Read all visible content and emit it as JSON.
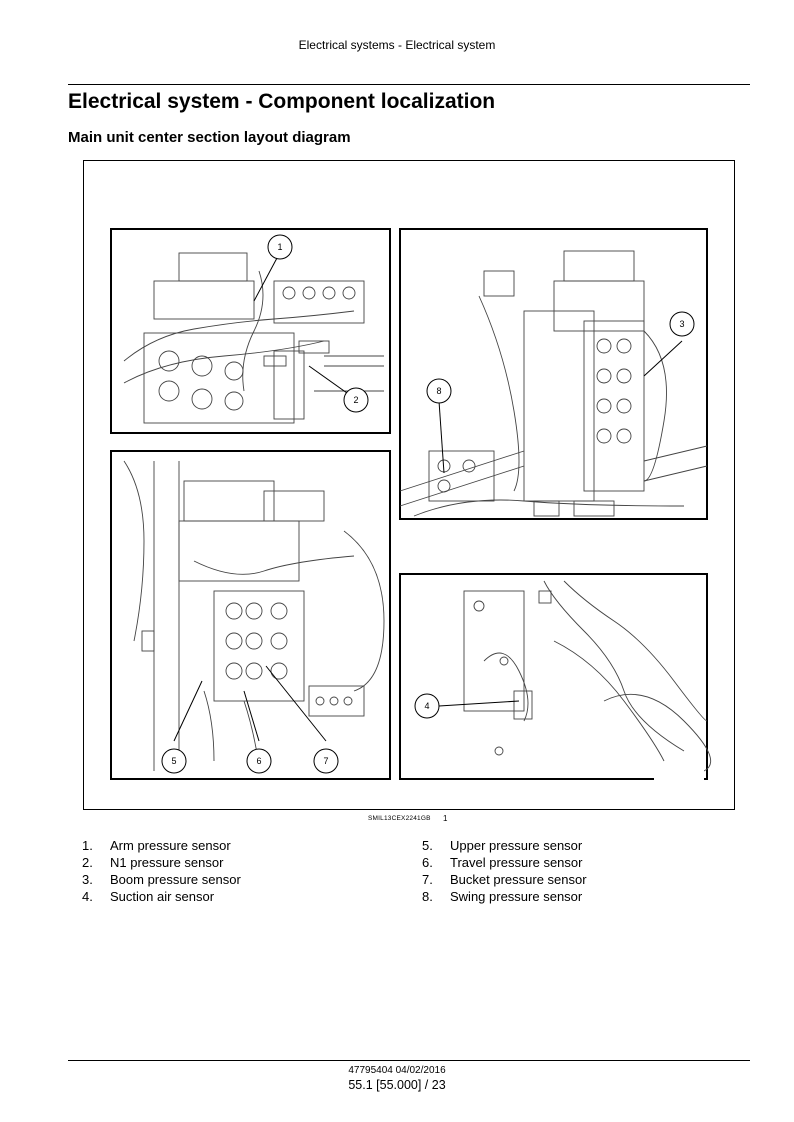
{
  "header": {
    "running_title": "Electrical systems - Electrical system"
  },
  "page_title": "Electrical system - Component localization",
  "section_title": "Main unit center section layout diagram",
  "figure": {
    "code": "SMIL13CEX2241GB",
    "number": "1",
    "callouts": [
      "1",
      "2",
      "3",
      "4",
      "5",
      "6",
      "7",
      "8"
    ]
  },
  "legend": {
    "left": [
      {
        "num": "1.",
        "text": "Arm pressure sensor"
      },
      {
        "num": "2.",
        "text": "N1 pressure sensor"
      },
      {
        "num": "3.",
        "text": "Boom pressure sensor"
      },
      {
        "num": "4.",
        "text": "Suction air sensor"
      }
    ],
    "right": [
      {
        "num": "5.",
        "text": "Upper pressure sensor"
      },
      {
        "num": "6.",
        "text": "Travel pressure sensor"
      },
      {
        "num": "7.",
        "text": "Bucket pressure sensor"
      },
      {
        "num": "8.",
        "text": "Swing pressure sensor"
      }
    ]
  },
  "footer": {
    "doc_ref": "47795404 04/02/2016",
    "page": "55.1 [55.000] / 23"
  }
}
